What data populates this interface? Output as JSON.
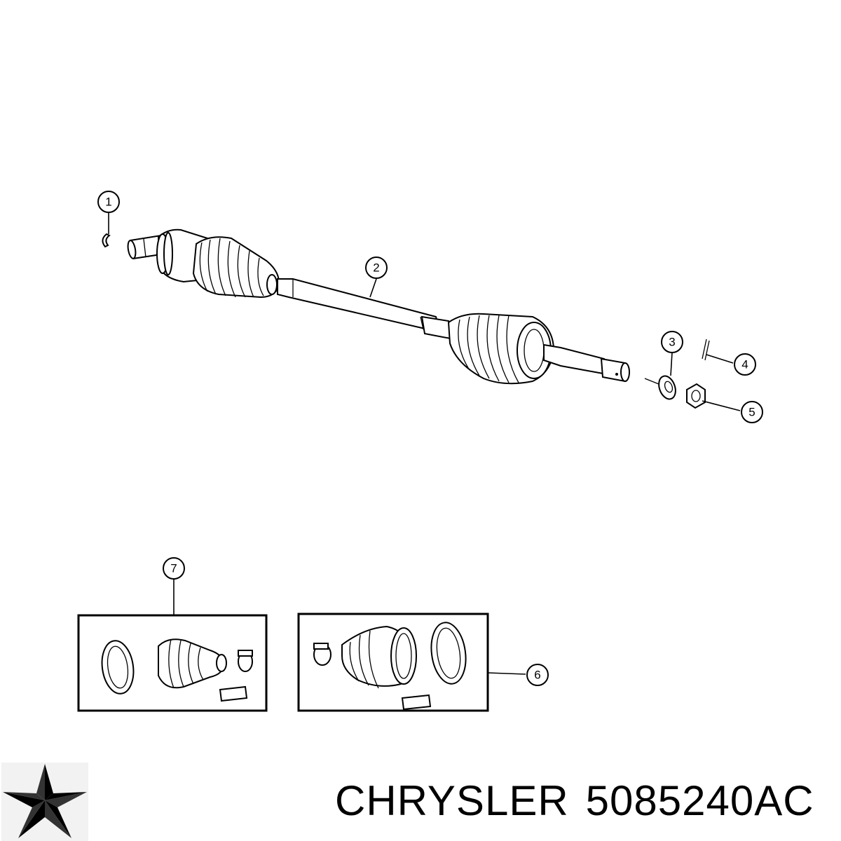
{
  "callouts": [
    {
      "id": "1",
      "label": "1"
    },
    {
      "id": "2",
      "label": "2"
    },
    {
      "id": "3",
      "label": "3"
    },
    {
      "id": "4",
      "label": "4"
    },
    {
      "id": "5",
      "label": "5"
    },
    {
      "id": "6",
      "label": "6"
    },
    {
      "id": "7",
      "label": "7"
    }
  ],
  "caption": {
    "brand": "CHRYSLER",
    "part_number": "5085240AC"
  },
  "logo": {
    "icon": "pentastar-logo-icon",
    "color": "#000000"
  }
}
